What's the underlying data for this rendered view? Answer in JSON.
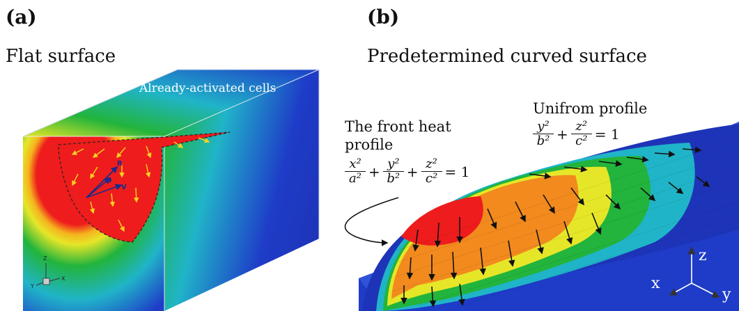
{
  "panel_a": {
    "label": "(a)",
    "title": "Flat surface",
    "annotation": "Already-activated cells",
    "vector_labels": [
      "R",
      "O",
      "V"
    ],
    "axis_labels": [
      "Z",
      "Y",
      "X"
    ]
  },
  "panel_b": {
    "label": "(b)",
    "title": "Predetermined curved surface",
    "front_profile_title_line1": "The front heat",
    "front_profile_title_line2": "profile",
    "front_profile_equation": {
      "t1_num": "x²",
      "t1_den": "a²",
      "t2_num": "y²",
      "t2_den": "b²",
      "t3_num": "z²",
      "t3_den": "c²",
      "plus": "+",
      "equals": "= 1"
    },
    "uniform_profile_title": "Unifrom profile",
    "uniform_profile_equation": {
      "t1_num": "y²",
      "t1_den": "b²",
      "t2_num": "z²",
      "t2_den": "c²",
      "plus": "+",
      "equals": "= 1"
    },
    "axes": {
      "z": "z",
      "x": "x",
      "y": "y"
    }
  },
  "colors": {
    "hot": "#ee1c1c",
    "warm": "#f28a1e",
    "yellow": "#e6e628",
    "green": "#22b43c",
    "cyan": "#20b4c8",
    "blue": "#1e3cc8",
    "deep_blue": "#1428a0"
  }
}
